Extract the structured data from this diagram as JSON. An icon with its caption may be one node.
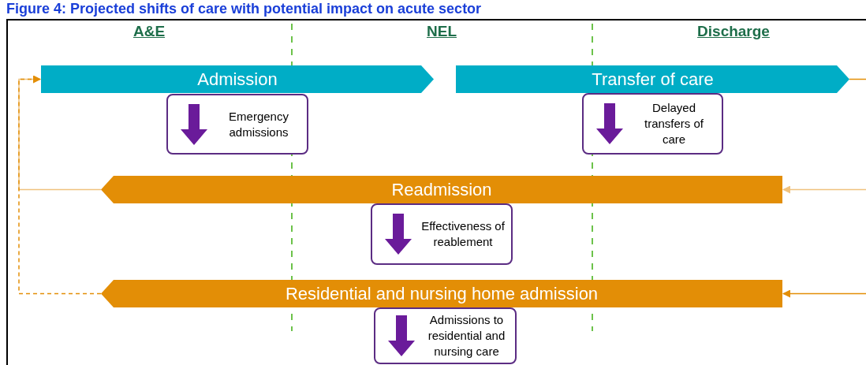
{
  "diagram": {
    "title": "Figure 4: Projected shifts of care with potential impact on acute sector",
    "nodes": [
      {
        "text": [
          "Admission"
        ]
      },
      {
        "text": [
          "Transfer of care"
        ]
      },
      {
        "text": [
          "Readmission"
        ]
      },
      {
        "text": [
          "Residential and nursing home admission"
        ]
      },
      {
        "text": [
          "Emergency admissions"
        ]
      },
      {
        "text": [
          "Delayed transfers of care"
        ]
      },
      {
        "text": [
          "Effectiveness of reablement"
        ]
      },
      {
        "text": [
          "Admissions to residential and nursing care"
        ]
      }
    ],
    "edges": [
      {
        "from": 2,
        "to": 0,
        "arrow": "to",
        "color": "#f0c27e"
      },
      {
        "from": 3,
        "to": 0,
        "arrow": "to",
        "style": "dashed"
      },
      {
        "from": 1,
        "to": null,
        "arrow": "none"
      },
      {
        "from": null,
        "to": 2,
        "arrow": "to",
        "color": "#f0c27e"
      },
      {
        "from": null,
        "to": 3,
        "arrow": "to"
      }
    ],
    "labels": [
      "A&E",
      "NEL",
      "Discharge"
    ]
  }
}
